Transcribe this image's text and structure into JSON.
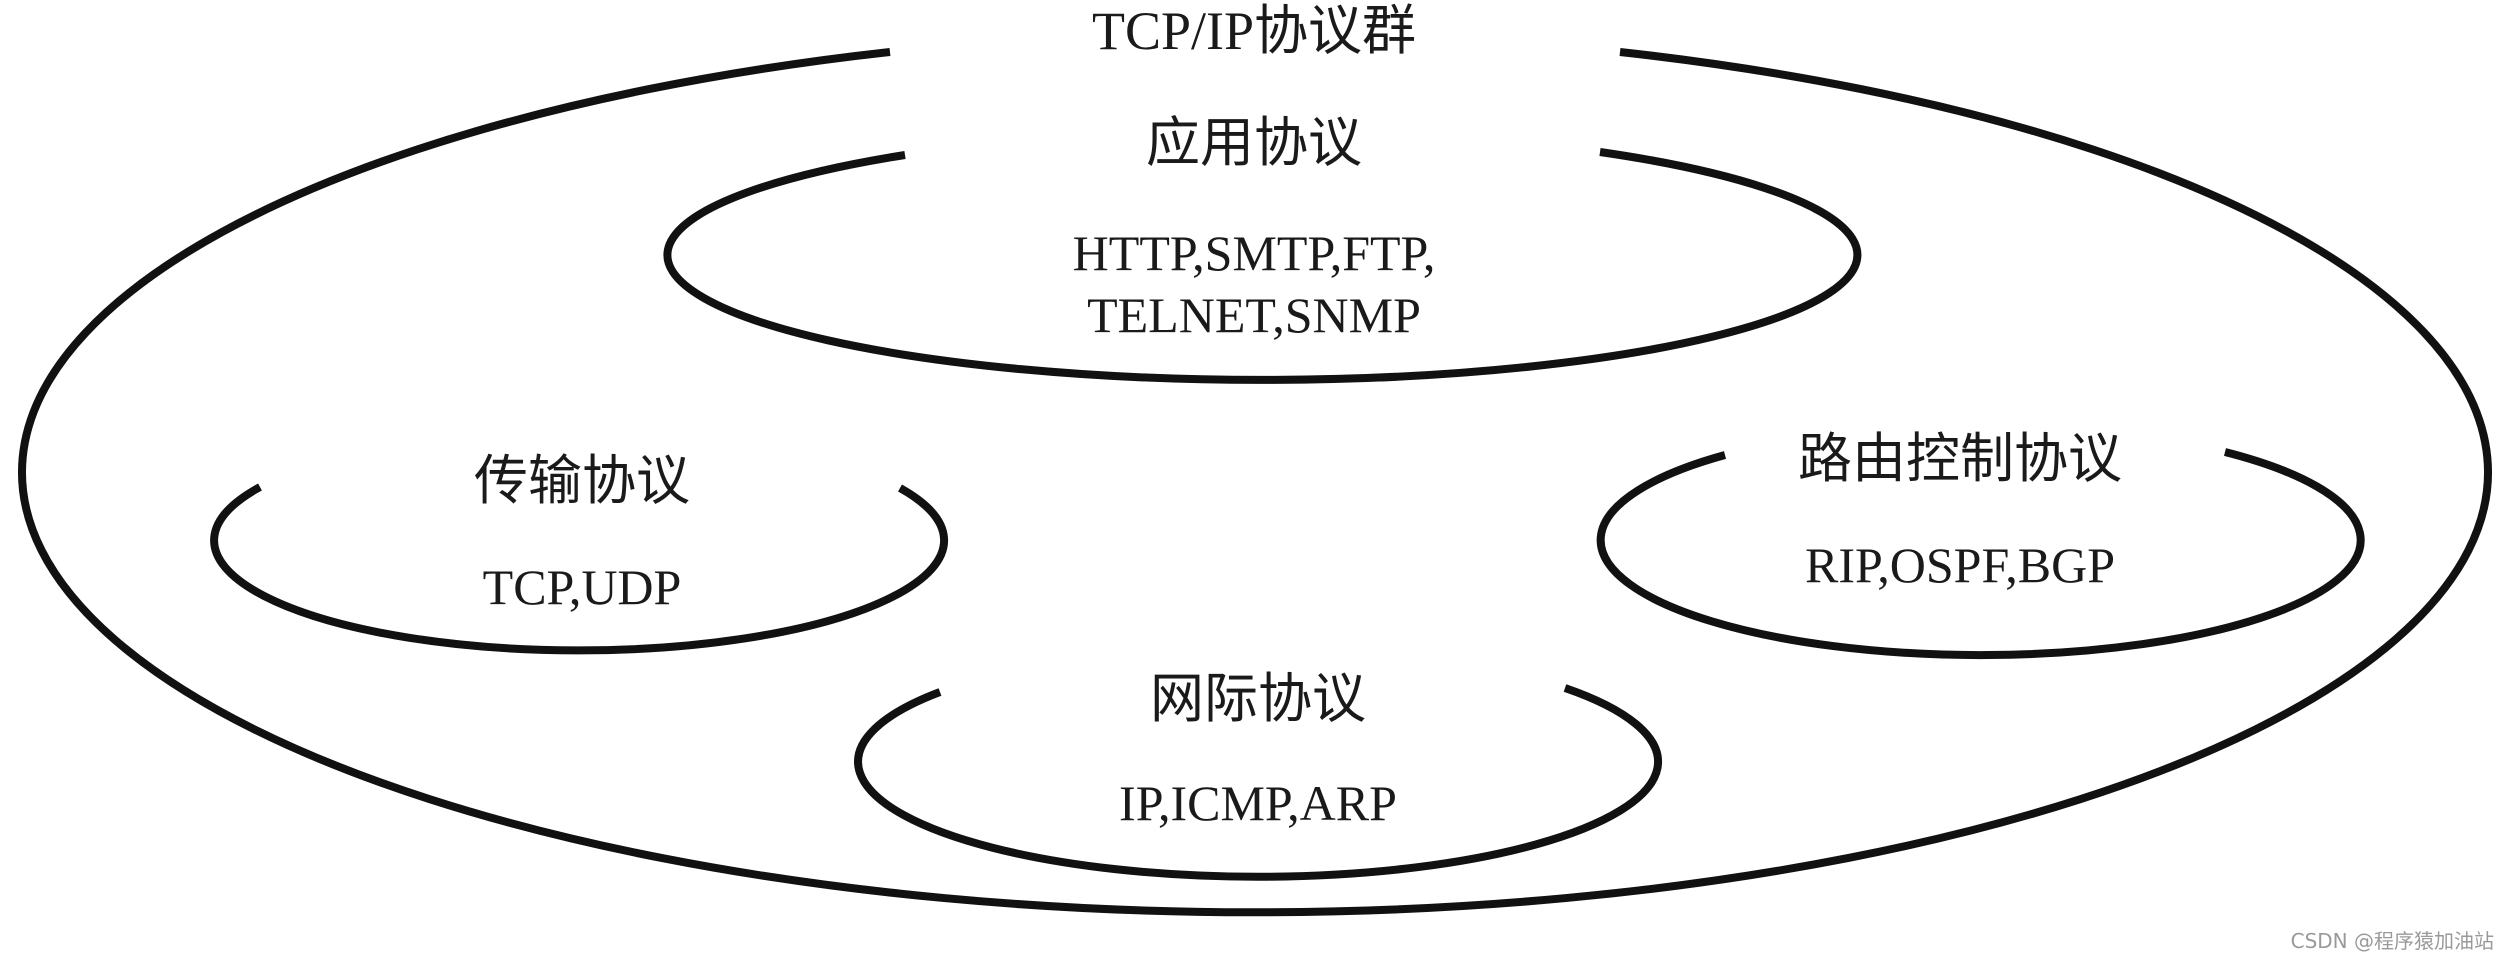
{
  "diagram": {
    "title": "TCP/IP协议群",
    "groups": {
      "application": {
        "label": "应用协议",
        "members_line1": "HTTP,SMTP,FTP,",
        "members_line2": "TELNET,SNMP"
      },
      "transport": {
        "label": "传输协议",
        "members": "TCP,UDP"
      },
      "routing": {
        "label": "路由控制协议",
        "members": "RIP,OSPF,BGP"
      },
      "internet": {
        "label": "网际协议",
        "members": "IP,ICMP,ARP"
      }
    },
    "stroke_color": "#111111",
    "background_color": "#ffffff"
  },
  "watermark": {
    "text": "CSDN @程序猿加油站"
  }
}
